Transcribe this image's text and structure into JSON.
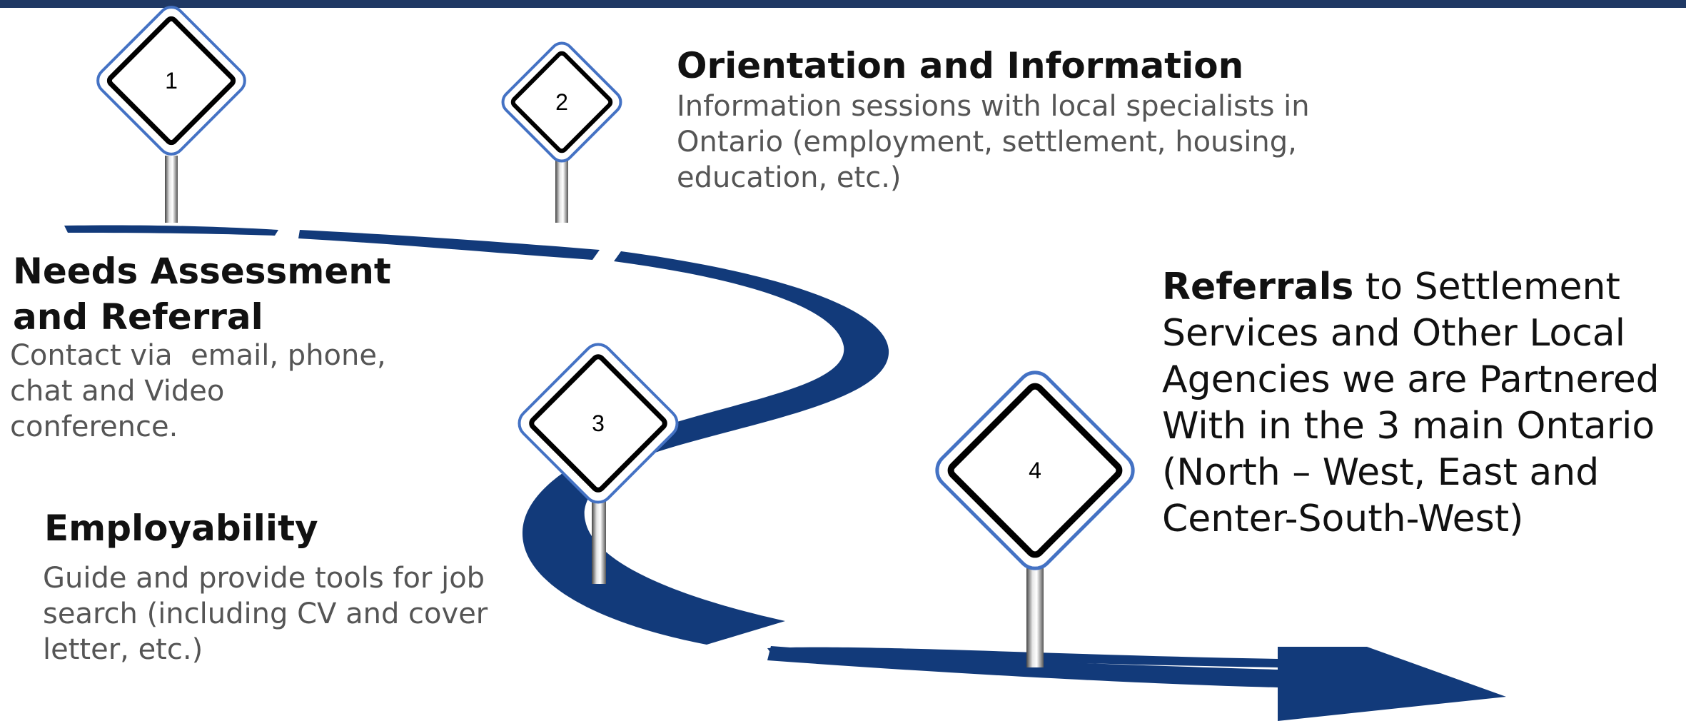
{
  "colors": {
    "road": "#123a7a",
    "top_bar": "#1f3864",
    "sign_border": "#4472c4"
  },
  "steps": [
    {
      "number": "1",
      "title": "Needs Assessment and Referral",
      "title_lines": [
        "Needs Assessment",
        "and Referral"
      ],
      "body_lines": [
        "Contact via  email, phone,",
        "chat and Video",
        "conference."
      ]
    },
    {
      "number": "2",
      "title": "Orientation and Information",
      "body_lines": [
        "Information sessions with local specialists in",
        "Ontario (employment, settlement, housing,",
        "education, etc.)"
      ]
    },
    {
      "number": "3",
      "title": "Employability",
      "body_lines": [
        "Guide and provide tools for job",
        "search (including CV and cover",
        "letter, etc.)"
      ]
    },
    {
      "number": "4",
      "title": "Referrals",
      "rest_first_line": " to Settlement",
      "body_lines": [
        "Services and Other Local",
        "Agencies we are Partnered",
        "With in the 3 main Ontario",
        "(North – West, East and",
        "Center-South-West)"
      ]
    }
  ]
}
